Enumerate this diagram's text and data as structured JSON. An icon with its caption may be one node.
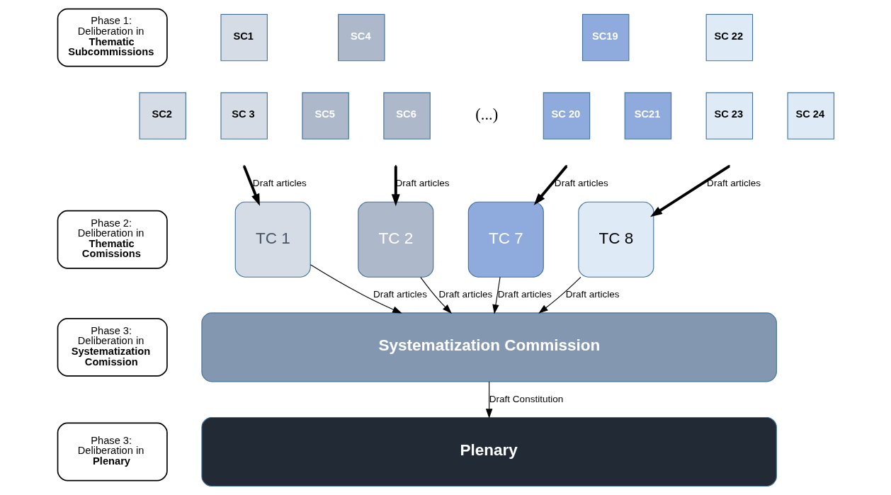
{
  "diagram": {
    "nodes": [
      {
        "text": [
          "Phase 1: Deliberation in **Thematic Subcommissions**"
        ]
      },
      {
        "text": [
          "SC1"
        ]
      },
      {
        "text": [
          "SC2"
        ]
      },
      {
        "text": [
          "SC 3"
        ]
      },
      {
        "text": [
          "SC4"
        ]
      },
      {
        "text": [
          "SC5"
        ]
      },
      {
        "text": [
          "SC6"
        ]
      },
      {
        "text": [
          "SC19"
        ]
      },
      {
        "text": [
          "SC 20"
        ]
      },
      {
        "text": [
          "SC21"
        ]
      },
      {
        "text": [
          "SC 22"
        ]
      },
      {
        "text": [
          "SC 23"
        ]
      },
      {
        "text": [
          "SC 24"
        ]
      },
      {
        "text": [
          "Phase 2: Deliberation in **Thematic Comissions**"
        ]
      },
      {
        "text": [
          "TC 1"
        ]
      },
      {
        "text": [
          "TC 2"
        ]
      },
      {
        "text": [
          "TC 7"
        ]
      },
      {
        "text": [
          "TC 8"
        ]
      },
      {
        "text": [
          "Phase 3: Deliberation in **Systematization Comission**"
        ]
      },
      {
        "text": [
          "Systematization Commission"
        ]
      },
      {
        "text": [
          "Phase 3: Deliberation in **Plenary**"
        ]
      },
      {
        "text": [
          "Plenary"
        ]
      }
    ],
    "edges": [
      {
        "from": null,
        "to": 14,
        "arrow": "to",
        "label": "Draft articles",
        "style": "thick"
      },
      {
        "from": null,
        "to": 15,
        "arrow": "to",
        "label": "Draft articles",
        "style": "thick"
      },
      {
        "from": null,
        "to": 16,
        "arrow": "to",
        "label": "Draft articles",
        "style": "thick"
      },
      {
        "from": null,
        "to": 17,
        "arrow": "to",
        "label": "Draft articles",
        "style": "thick"
      },
      {
        "from": 14,
        "to": 19,
        "arrow": "to",
        "label": "Draft articles"
      },
      {
        "from": 15,
        "to": 19,
        "arrow": "to",
        "label": "Draft articles"
      },
      {
        "from": 16,
        "to": 19,
        "arrow": "to",
        "label": "Draft articles"
      },
      {
        "from": 17,
        "to": 19,
        "arrow": "to",
        "label": "Draft articles"
      },
      {
        "from": 19,
        "to": 21,
        "arrow": "to",
        "label": "Draft Constitution"
      }
    ],
    "labels": [
      "(...)"
    ]
  }
}
